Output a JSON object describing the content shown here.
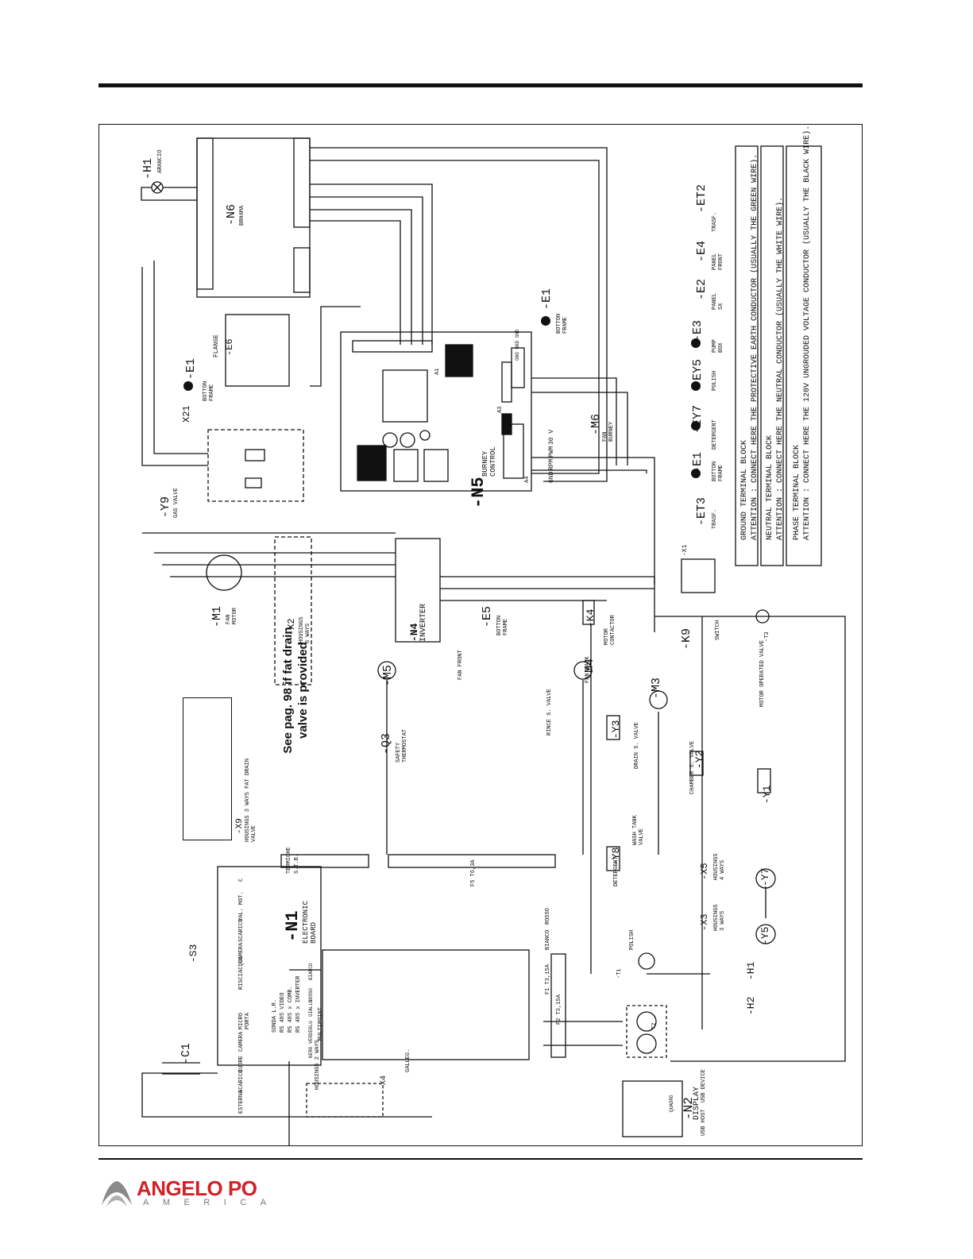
{
  "note": {
    "text": "See pag. 98 if fat drain\nvalve is provided"
  },
  "logo": {
    "name": "ANGELO PO",
    "sub": "AMERICA",
    "colors": {
      "brand": "#d22027",
      "sub": "#777777"
    }
  },
  "terminal_notes": [
    {
      "title": "GROUND TERMINAL BLOCK",
      "text": "ATTENTION : CONNECT HERE THE PROTECTIVE EARTH CONDUCTOR  (USUALLY THE GREEN WIRE)."
    },
    {
      "title": "NEUTRAL TERMINAL BLOCK",
      "text": "ATTENTION : CONNECT HERE THE NEUTRAL CONDUCTOR  (USUALLY THE WHITE WIRE)."
    },
    {
      "title": "PHASE TERMINAL BLOCK",
      "text": "ATTENTION : CONNECT HERE THE 120V UNGROUDED VOLTAGE CONDUCTOR  (USUALLY THE BLACK WIRE)."
    }
  ],
  "components": {
    "h1": {
      "tag": "-H1",
      "desc": "ARANCIO"
    },
    "n6": {
      "tag": "-N6",
      "desc": "BRHAMA"
    },
    "e6": {
      "tag": "-E6",
      "desc": "FLANGE"
    },
    "e1_top": {
      "tag": "-E1",
      "desc": "BOTTON FRAME"
    },
    "x21": {
      "tag": "X21"
    },
    "y9": {
      "tag": "-Y9",
      "desc": "GAS VALVE"
    },
    "n5": {
      "tag": "-N5",
      "desc": "BURNEY CONTROL"
    },
    "m6": {
      "tag": "-M6",
      "desc": "FAN BURNEY"
    },
    "e1_mid": {
      "tag": "-E1",
      "desc": "BOTTON FRAME"
    },
    "e1_right": {
      "tag": "-E1",
      "desc": "BOTTON FRAME"
    },
    "et2": {
      "tag": "-ET2",
      "desc": "TRASF."
    },
    "e4": {
      "tag": "-E4",
      "desc": "PANEL FRONT"
    },
    "e2": {
      "tag": "-E2",
      "desc": "PANEL SX"
    },
    "e3": {
      "tag": "-E3",
      "desc": "PUMP BOX"
    },
    "ey5": {
      "tag": "-EY5",
      "desc": "POLISH"
    },
    "ey7": {
      "tag": "-EY7",
      "desc": "DETERGENT"
    },
    "et3": {
      "tag": "-ET3",
      "desc": "TRASF."
    },
    "m1": {
      "tag": "-M1",
      "desc": "FAN MOTOR"
    },
    "x2": {
      "tag": "-X2",
      "desc": "HOUSINGS 6 WAYS"
    },
    "n4": {
      "tag": "-N4",
      "desc": "INVERTER"
    },
    "e5": {
      "tag": "-E5",
      "desc": "BOTTON FRAME"
    },
    "k4": {
      "tag": "-K4",
      "desc": "MOTOR CONTACTOR"
    },
    "x1": {
      "tag": "-X1"
    },
    "k9": {
      "tag": "-K9",
      "desc": "SWITCH"
    },
    "t3": {
      "tag": "-T3"
    },
    "m5": {
      "tag": "-M5",
      "desc": "FAN FRONT"
    },
    "m4": {
      "tag": "-M4",
      "desc": "FAN BACK"
    },
    "m3": {
      "tag": "-M3",
      "desc": "MOTOR OPERATED VALVE"
    },
    "y3": {
      "tag": "-Y3",
      "desc": "RINCE S. VALVE"
    },
    "y2": {
      "tag": "-Y2",
      "desc": "DRAIN S. VALVE"
    },
    "y1": {
      "tag": "-Y1",
      "desc": "CHAMBER S. VALVE"
    },
    "x9": {
      "tag": "-X9",
      "desc": "HOUSINGS 3 WAYS FAT DRAIN VALVE"
    },
    "q3": {
      "tag": "-Q3",
      "desc": "SAFETY THERMOSTAT"
    },
    "y8": {
      "tag": "-Y8",
      "desc": "WASH TANK VALVE"
    },
    "x5": {
      "tag": "-X5",
      "desc": "HOUSINGS 4 WAYS"
    },
    "y7": {
      "tag": "-Y7",
      "desc": "DETERGENT"
    },
    "x3": {
      "tag": "-X3",
      "desc": "HOUSINGS 3 WAYS"
    },
    "y5": {
      "tag": "-Y5",
      "desc": "POLISH"
    },
    "n1": {
      "tag": "-N1",
      "desc": "ELECTRONIC BOARD"
    },
    "s3": {
      "tag": "-S3"
    },
    "c1": {
      "tag": "-C1"
    },
    "x4": {
      "tag": "-X4",
      "desc": "HOUSINGS 2 WAYS"
    },
    "t1": {
      "tag": "-T1"
    },
    "h1b": {
      "tag": "-H1"
    },
    "h2": {
      "tag": "-H2"
    },
    "t2": {
      "tag": "T2"
    },
    "n2": {
      "tag": "-N2",
      "desc": "DISPLAY"
    }
  },
  "board_labels": {
    "inputs": [
      "C",
      "VAL. MOT.",
      "SCARICO",
      "CAMERA",
      "RISCIACQUO",
      "MICRO PORTA"
    ],
    "probes": [
      "CAMERA",
      "CUORE",
      "SCARICO",
      "ESTERNA"
    ],
    "comms": [
      "SONDA L.R.",
      "RS 485 VIDEO",
      "RS 485 x COMB.",
      "RS 485 x INVERTER"
    ],
    "multipoint": "MULTIPOINT",
    "multipoint_colors": [
      "BIANCO",
      "ROSSO",
      "GIALLO",
      "BLU",
      "VERDE",
      "NERO"
    ],
    "galleg": "GALLEG.",
    "fuses": [
      "F5 T6,3A",
      "F2 T3,15A",
      "F1 T3,15A"
    ],
    "termiche": "TERMICHE",
    "stb": "S.T.B.",
    "wires": [
      "ROSSO",
      "BIANCO",
      "DETERGENT",
      "POLISH"
    ]
  },
  "n5_labels": {
    "top": "A1",
    "left": [
      "30 V",
      "PWM",
      "RPM",
      "GND"
    ],
    "gnd": "GND GND GND",
    "a3": "A3",
    "a4": "A4"
  },
  "usb": {
    "host": "USB HOST",
    "device": "USB DEVICE",
    "quadro": "QUADRO"
  }
}
